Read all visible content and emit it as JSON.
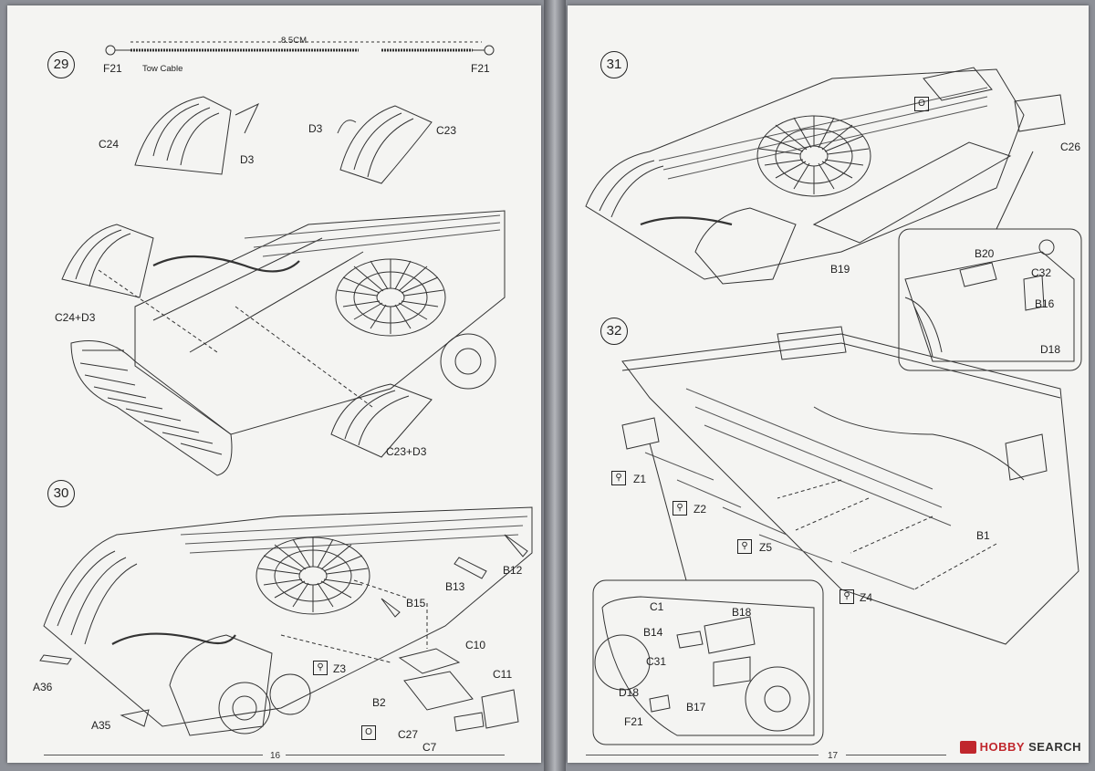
{
  "left_page": {
    "page_number": "16",
    "step29": {
      "number": "29",
      "cable_length": "8.5CM",
      "cable_caption": "Tow Cable",
      "part_left": "F21",
      "part_right": "F21",
      "labels": [
        "C24",
        "D3",
        "D3",
        "C23",
        "C24+D3",
        "C23+D3"
      ]
    },
    "step30": {
      "number": "30",
      "labels": [
        "B13",
        "B12",
        "B15",
        "Z3",
        "C10",
        "C11",
        "B2",
        "C27",
        "C7",
        "A36",
        "A35"
      ],
      "optional_mark": "O"
    }
  },
  "right_page": {
    "page_number": "17",
    "step31": {
      "number": "31",
      "optional_mark": "O",
      "labels": [
        "C26",
        "B19"
      ],
      "inset_labels": [
        "B20",
        "C32",
        "B16",
        "D18"
      ]
    },
    "step32": {
      "number": "32",
      "labels": [
        "Z1",
        "Z2",
        "Z5",
        "Z4",
        "B1"
      ],
      "inset_labels": [
        "C1",
        "B18",
        "B14",
        "C31",
        "D18",
        "B17",
        "F21"
      ]
    }
  },
  "watermark": {
    "brand_red": "HOBBY",
    "brand_dark": "SEARCH",
    "color_red": "#c0272d"
  }
}
